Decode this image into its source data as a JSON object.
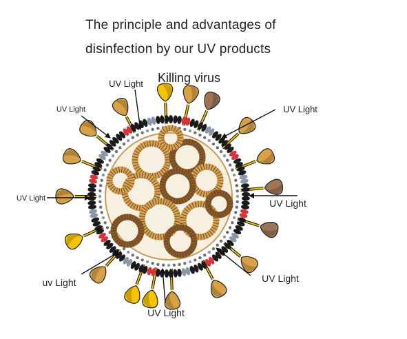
{
  "title_line1": "The principle and advantages of",
  "title_line2": "disinfection by our UV products",
  "heading": "Killing virus",
  "labels": [
    {
      "text": "UV Light",
      "size": 13
    },
    {
      "text": "UV Light",
      "size": 11
    },
    {
      "text": "UV Light",
      "size": 13
    },
    {
      "text": "UV Light",
      "size": 11
    },
    {
      "text": "UV Light",
      "size": 14
    },
    {
      "text": "uv Light",
      "size": 14
    },
    {
      "text": "UV Light",
      "size": 14
    },
    {
      "text": "UV Light",
      "size": 14
    }
  ],
  "colors": {
    "spike_yellow": "#f5c400",
    "spike_brown": "#9c7456",
    "spike_tan": "#d8a146",
    "coil_light": "#d6a150",
    "coil_dark": "#8a5a2b",
    "membrane_dark": "#1a1a1a",
    "marker_red": "#d8333a",
    "marker_grey": "#8a98a8"
  }
}
